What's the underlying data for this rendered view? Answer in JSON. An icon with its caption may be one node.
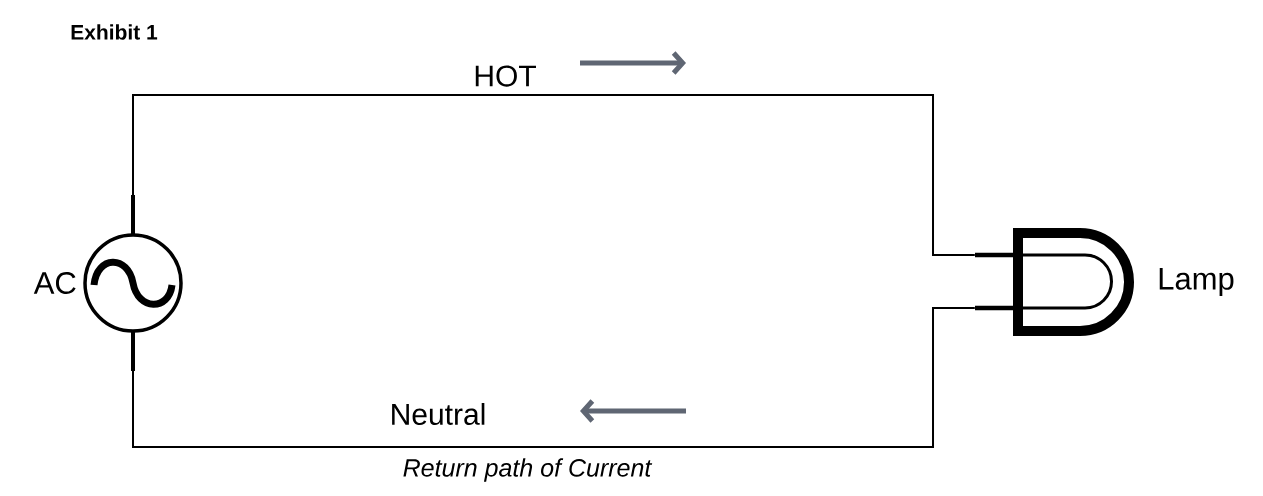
{
  "diagram": {
    "title": "Exhibit 1",
    "nodes": [
      {
        "text": [
          "AC"
        ]
      },
      {
        "text": [
          "Lamp"
        ]
      }
    ],
    "edges": [
      {
        "from": 0,
        "to": 1,
        "arrow": "none",
        "label": "HOT"
      },
      {
        "from": 1,
        "to": 0,
        "arrow": "none",
        "label": "Neutral"
      }
    ],
    "labels": [
      "Return path of Current"
    ]
  }
}
